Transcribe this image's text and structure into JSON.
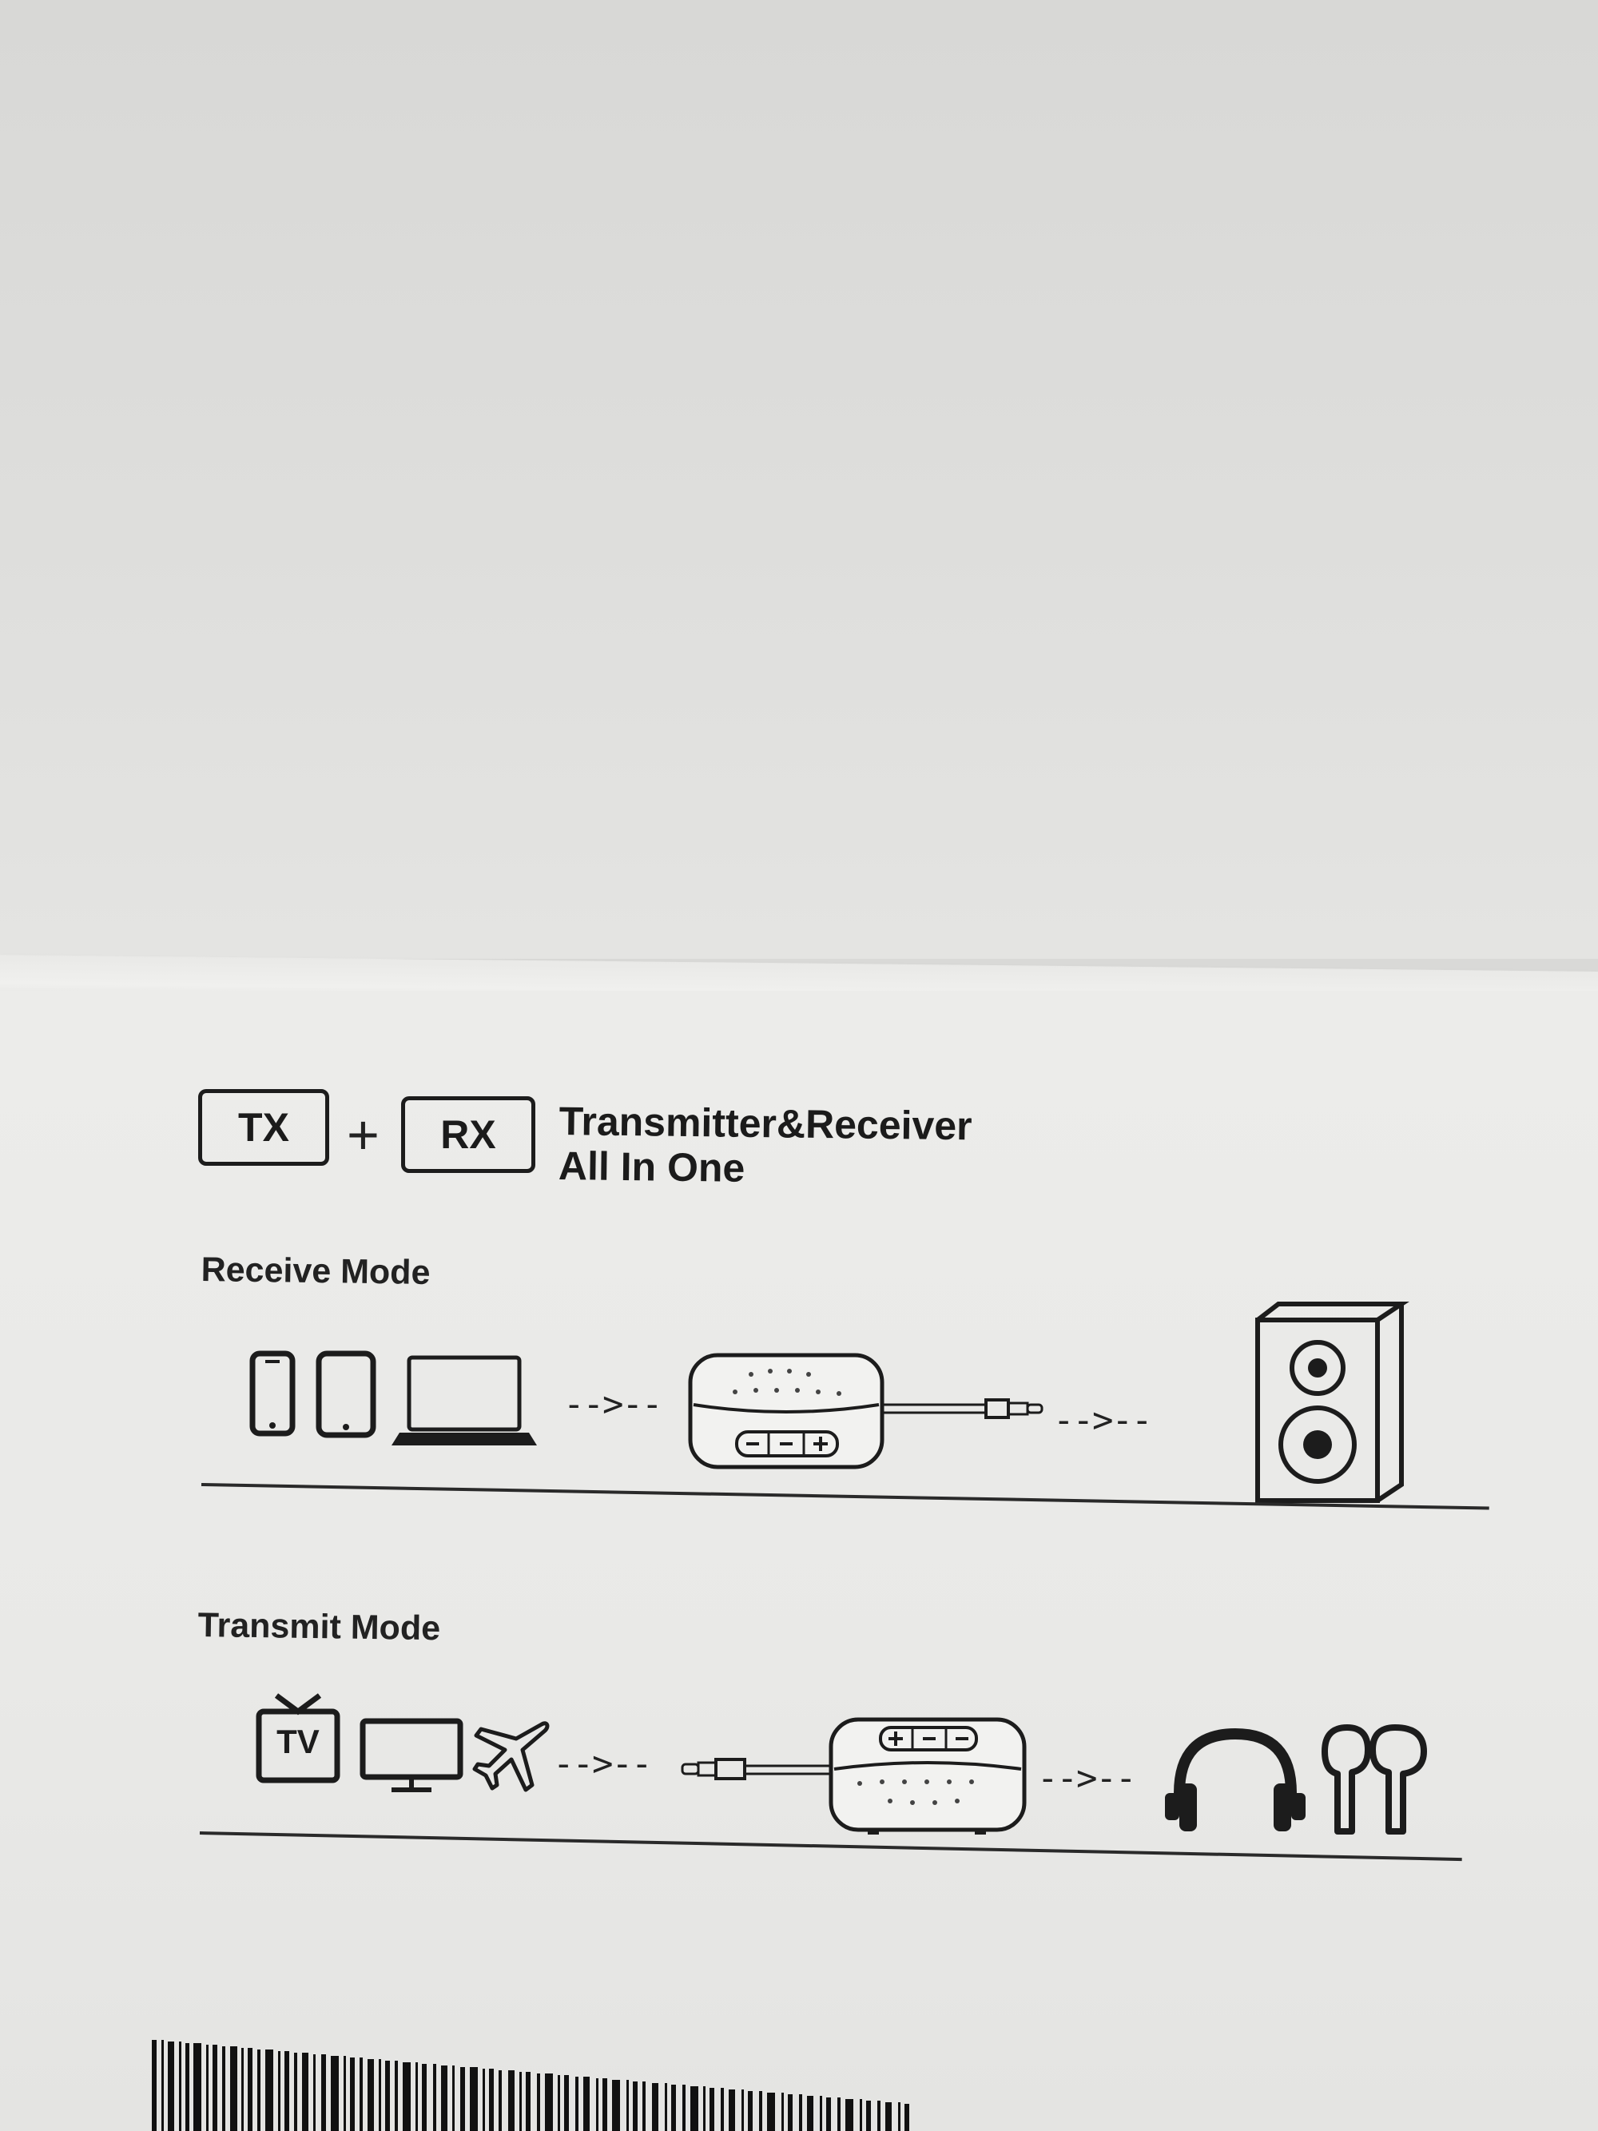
{
  "header": {
    "tx_label": "TX",
    "plus_sign": "+",
    "rx_label": "RX",
    "headline_line1": "Transmitter&Receiver",
    "headline_line2": "All In One"
  },
  "receive_mode": {
    "title": "Receive Mode",
    "arrow_left": "-->--",
    "arrow_right": "-->--",
    "sources": [
      "phone-icon",
      "tablet-icon",
      "laptop-icon"
    ],
    "target": "speaker-icon"
  },
  "transmit_mode": {
    "title": "Transmit Mode",
    "tv_text": "TV",
    "arrow_left": "-->--",
    "arrow_right": "-->--",
    "sources": [
      "tv-icon",
      "monitor-icon",
      "airplane-icon"
    ],
    "targets": [
      "headphones-icon",
      "earbuds-icon"
    ]
  },
  "colors": {
    "ink": "#1c1c1c",
    "box_face": "#ebebe9",
    "wall": "#d9d9d7"
  }
}
